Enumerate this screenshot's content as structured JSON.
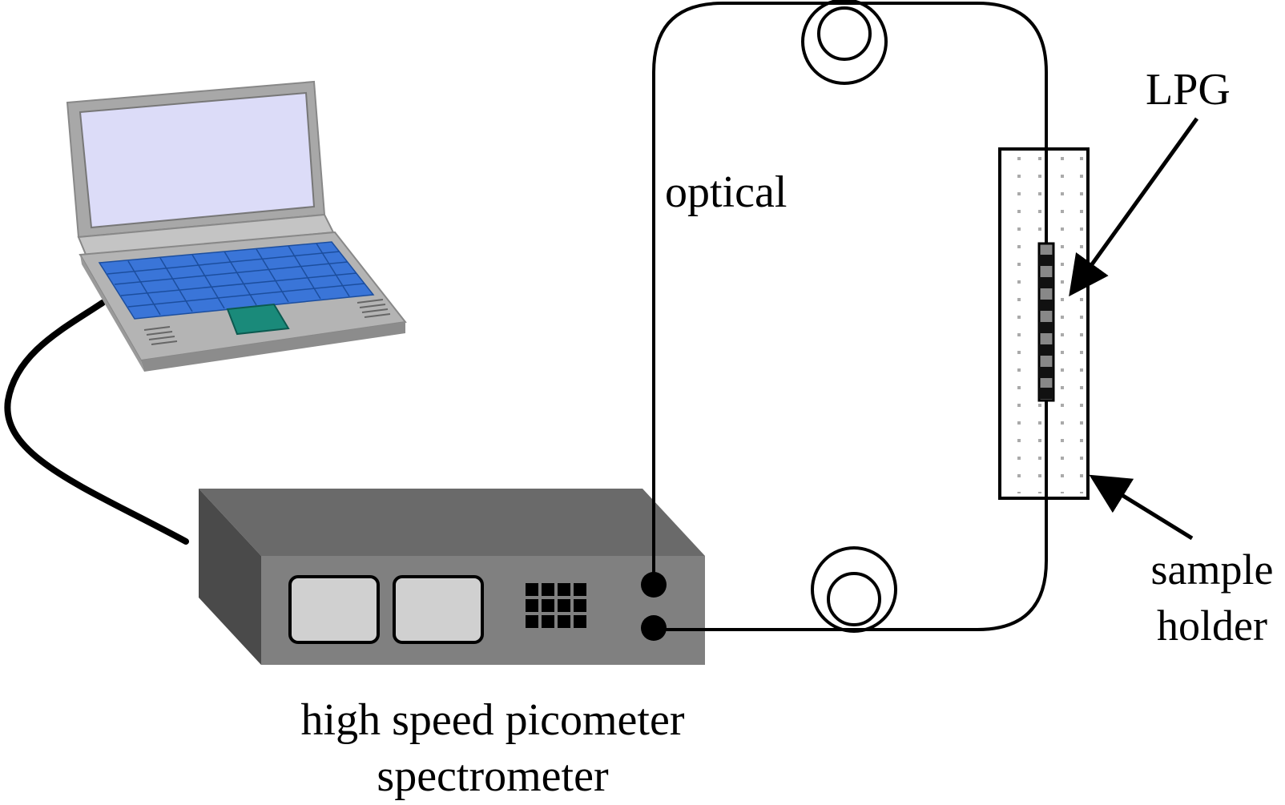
{
  "labels": {
    "optical": "optical",
    "lpg": "LPG",
    "sample_holder_line1": "sample",
    "sample_holder_line2": "holder",
    "spectrometer_line1": "high speed picometer",
    "spectrometer_line2": "spectrometer"
  },
  "colors": {
    "line": "#000000",
    "laptop_body": "#a8a8a8",
    "laptop_screen": "#dcdcf8",
    "laptop_keys": "#2a6fd6",
    "laptop_touchpad": "#1a8a7a",
    "box_top": "#6a6a6a",
    "box_side": "#4a4a4a",
    "box_front": "#808080",
    "display_panel": "#d0d0d0",
    "holder_dots": "#aaaaaa",
    "grating_dark": "#111111",
    "grating_light": "#888888"
  },
  "icons": [
    "laptop-icon",
    "spectrometer-icon",
    "fiber-coil-icon",
    "sample-holder-icon",
    "lpg-grating-icon"
  ]
}
